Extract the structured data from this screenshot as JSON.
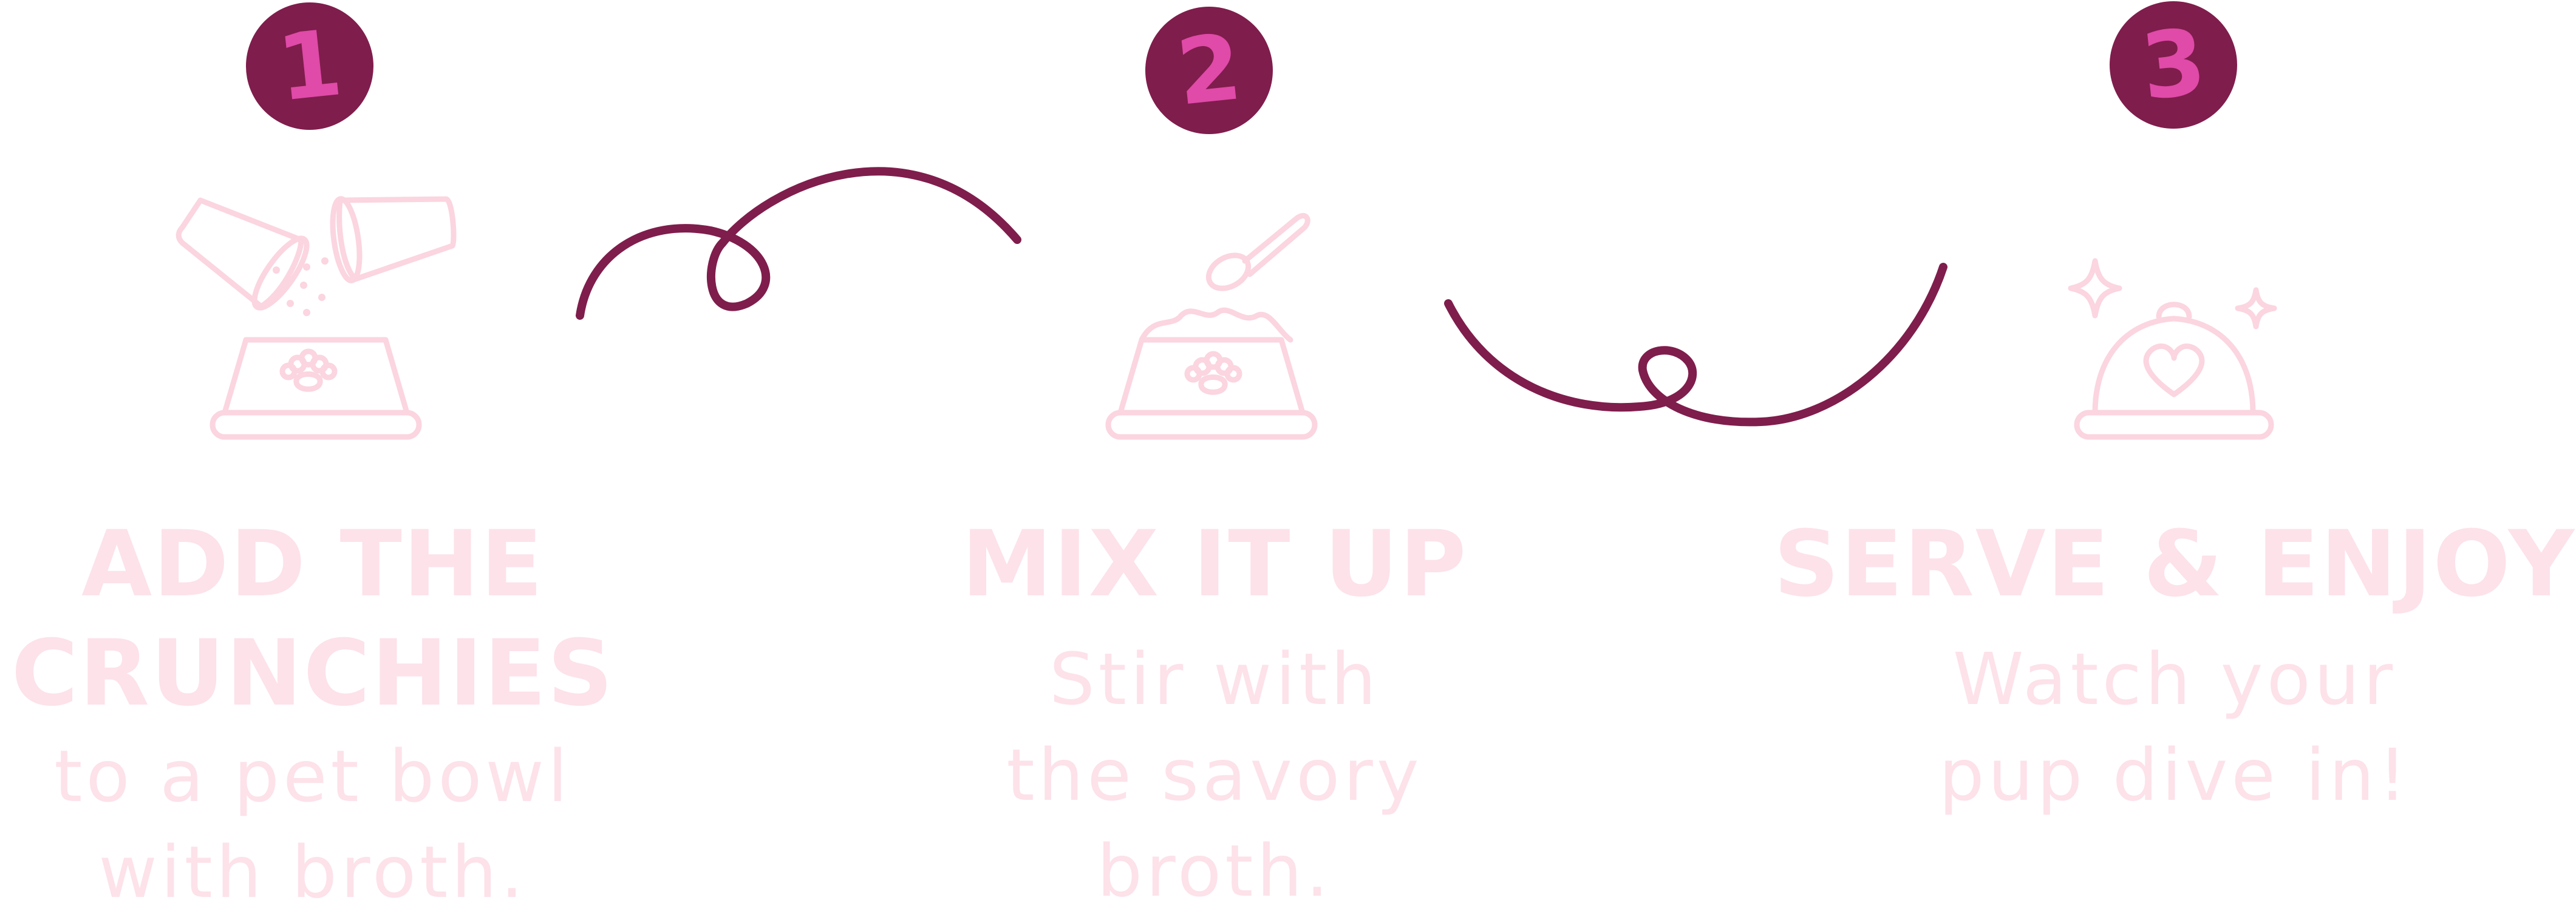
{
  "colors": {
    "badge_fill": "#7f1d4c",
    "badge_number": "#e04aa8",
    "light_pink": "#fde2ea",
    "icon_stroke": "#fbd5e0",
    "squiggle": "#7f1d4c"
  },
  "steps": [
    {
      "number": "1",
      "title": "ADD THE\nCRUNCHIES",
      "description": "to a pet bowl\nwith broth.",
      "icon": "pour-cups-into-bowl-icon"
    },
    {
      "number": "2",
      "title": "MIX IT UP",
      "description": "Stir with\nthe savory\nbroth.",
      "icon": "spoon-mixing-bowl-icon"
    },
    {
      "number": "3",
      "title": "SERVE & ENJOY",
      "description": "Watch your\npup dive in!",
      "icon": "serving-cloche-heart-icon"
    }
  ]
}
